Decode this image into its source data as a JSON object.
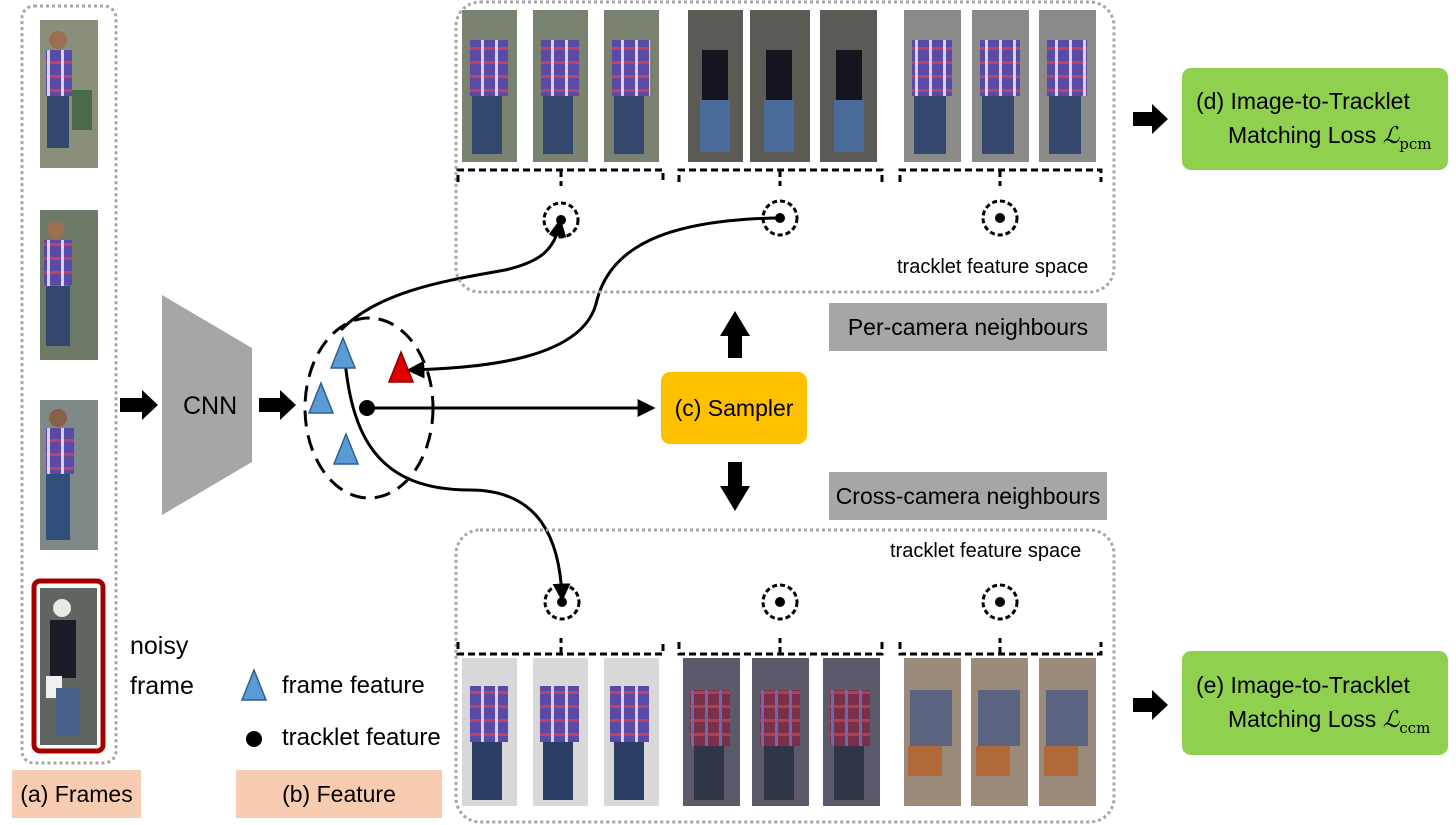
{
  "labels": {
    "frames": "(a) Frames",
    "feature": "(b) Feature",
    "sampler": "(c) Sampler",
    "cnn": "CNN",
    "noisy_line1": "noisy",
    "noisy_line2": "frame",
    "legend_frame": "frame feature",
    "legend_tracklet": "tracklet feature",
    "per_camera": "Per-camera neighbours",
    "cross_camera": "Cross-camera neighbours",
    "space_top": "tracklet feature space",
    "space_bottom": "tracklet feature space",
    "loss_d_line1": "(d) Image-to-Tracklet",
    "loss_d_line2": "Matching Loss",
    "loss_d_symbol": "ℒ",
    "loss_d_sub": "pcm",
    "loss_e_line1": "(e) Image-to-Tracklet",
    "loss_e_line2": "Matching Loss",
    "loss_e_symbol": "ℒ",
    "loss_e_sub": "ccm"
  },
  "colors": {
    "peach": "#f8ccb0",
    "grey": "#a6a6a6",
    "green": "#8fd14f",
    "yellow": "#ffc000",
    "triangle_blue": "#5b9bd5",
    "triangle_red": "#e00000",
    "noisy_border": "#a50000"
  }
}
